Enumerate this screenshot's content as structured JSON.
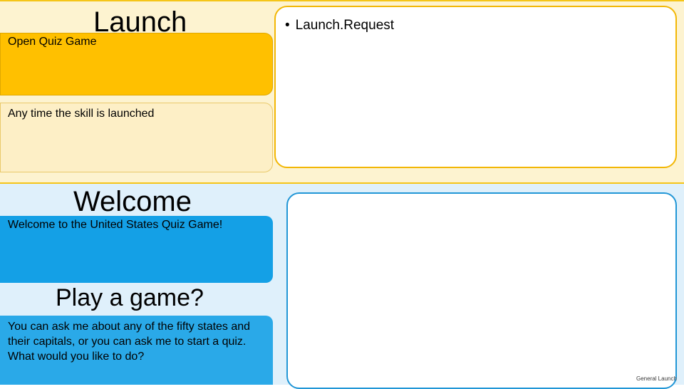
{
  "slide": {
    "footer_label": "General Launch"
  },
  "top_section": {
    "heading": "Launch",
    "bullet": {
      "marker": "•",
      "text": "Launch.Request"
    },
    "cards": [
      {
        "text": "Open Quiz Game"
      },
      {
        "text": "Any time the skill is launched"
      }
    ]
  },
  "bottom_section": {
    "heading_welcome": "Welcome",
    "heading_play": "Play a game?",
    "cards": [
      {
        "text": "Welcome to the United States Quiz Game!"
      },
      {
        "text": "You can ask me about any of the fifty states and their capitals, or you can ask me to start a quiz. What would you like to do?"
      }
    ]
  },
  "colors": {
    "band_top": "#fdf3d0",
    "band_bottom": "#dff0fb",
    "orange_card": "#ffc000",
    "orange_card_light": "#fdefc6",
    "blue_card": "#14a0e6",
    "blue_card_2": "#2aa9e8",
    "border_orange": "#f2b705",
    "border_blue": "#2196d6"
  }
}
